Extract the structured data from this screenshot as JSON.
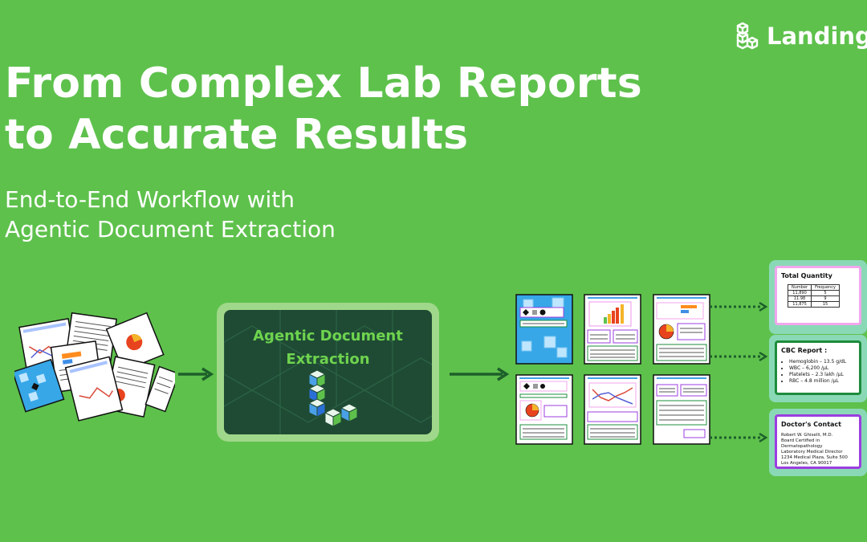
{
  "title_line1": "From Complex Lab Reports",
  "title_line2": "to Accurate Results",
  "subtitle_line1": "End-to-End Workflow with",
  "subtitle_line2": "Agentic Document Extraction",
  "logo_text": "LandingAI",
  "extract_title_line1": "Agentic Document",
  "extract_title_line2": "Extraction",
  "total_quantity": {
    "title": "Total Quantity",
    "headers": [
      "Number",
      "Frequency"
    ],
    "rows": [
      [
        "11,890",
        "5"
      ],
      [
        "11.98",
        "9"
      ],
      [
        "11,875",
        "15"
      ]
    ]
  },
  "cbc_report": {
    "title": "CBC Report :",
    "items": [
      "Hemoglobin – 13.5 g/dL",
      "WBC – 6,200 /µL",
      "Platelets – 2.3 lakh /µL",
      "RBC – 4.8 million /µL"
    ]
  },
  "doctor_contact": {
    "title": "Doctor's Contact",
    "lines": [
      "Robert W. Ghiselli, M.D.",
      "Board Certified in Dermatopathology",
      "Laboratory Medical Director",
      "1234 Medical Plaza, Suite 500",
      "Los Angeles, CA 90017"
    ]
  },
  "colors": {
    "background": "#5ec14c",
    "arrow": "#1d5f2a",
    "extract_bg": "#1f4b34",
    "extract_title": "#6ed34e",
    "card_pink": "#f2a6ee",
    "card_green": "#1e8c3c",
    "card_purple": "#9b3ee0"
  }
}
